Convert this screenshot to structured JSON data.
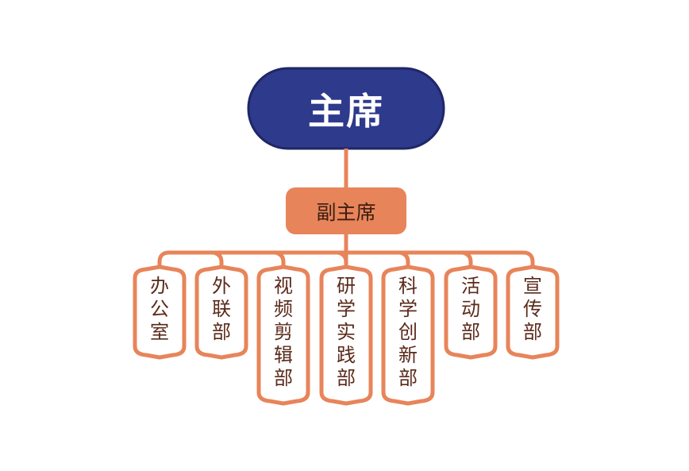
{
  "chairman": {
    "label": "主席"
  },
  "vice_chairman": {
    "label": "副主席"
  },
  "departments": [
    {
      "label": "办公室"
    },
    {
      "label": "外联部"
    },
    {
      "label": "视频剪辑部"
    },
    {
      "label": "研学实践部"
    },
    {
      "label": "科学创新部"
    },
    {
      "label": "活动部"
    },
    {
      "label": "宣传部"
    }
  ],
  "colors": {
    "chairman_fill": "#2e3a8c",
    "chairman_border": "#1f2766",
    "accent": "#e8845a",
    "dept_text": "#5a2a1a"
  }
}
